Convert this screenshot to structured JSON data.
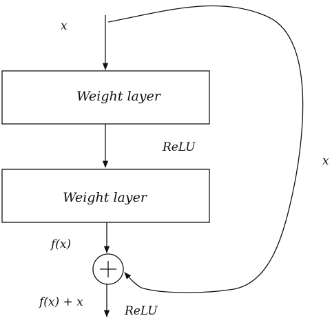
{
  "input_label": "x",
  "skip_label": "x",
  "layers": [
    {
      "label": "Weight layer"
    },
    {
      "label": "Weight layer"
    }
  ],
  "activation_label": "ReLU",
  "fx_label": "f(x)",
  "sum_label": "f(x) + x",
  "output_activation_label": "ReLU",
  "adder_symbol": "+"
}
